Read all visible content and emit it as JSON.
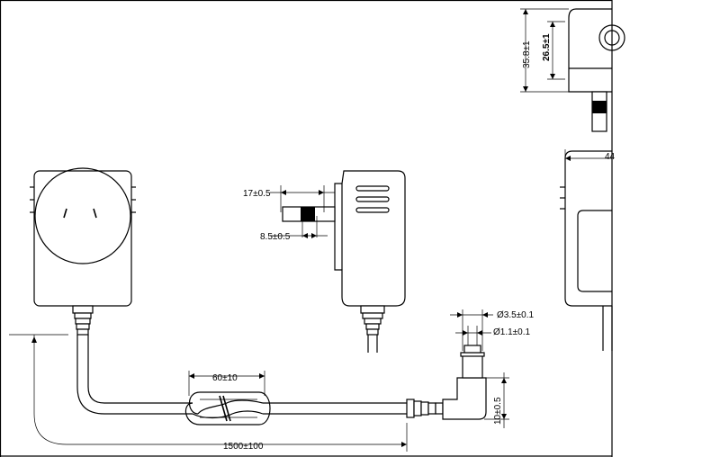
{
  "dimensions": {
    "prong_length": "17±0.5",
    "prong_tip": "8.5±0.5",
    "cable_coil": "60±10",
    "cable_length": "1500±100",
    "barrel_od": "Ø3.5±0.1",
    "barrel_id": "Ø1.1±0.1",
    "plug_offset": "10±0.5",
    "height_outer": "35.8±1",
    "height_inner": "26.5±1",
    "side_width_partial": "44"
  }
}
